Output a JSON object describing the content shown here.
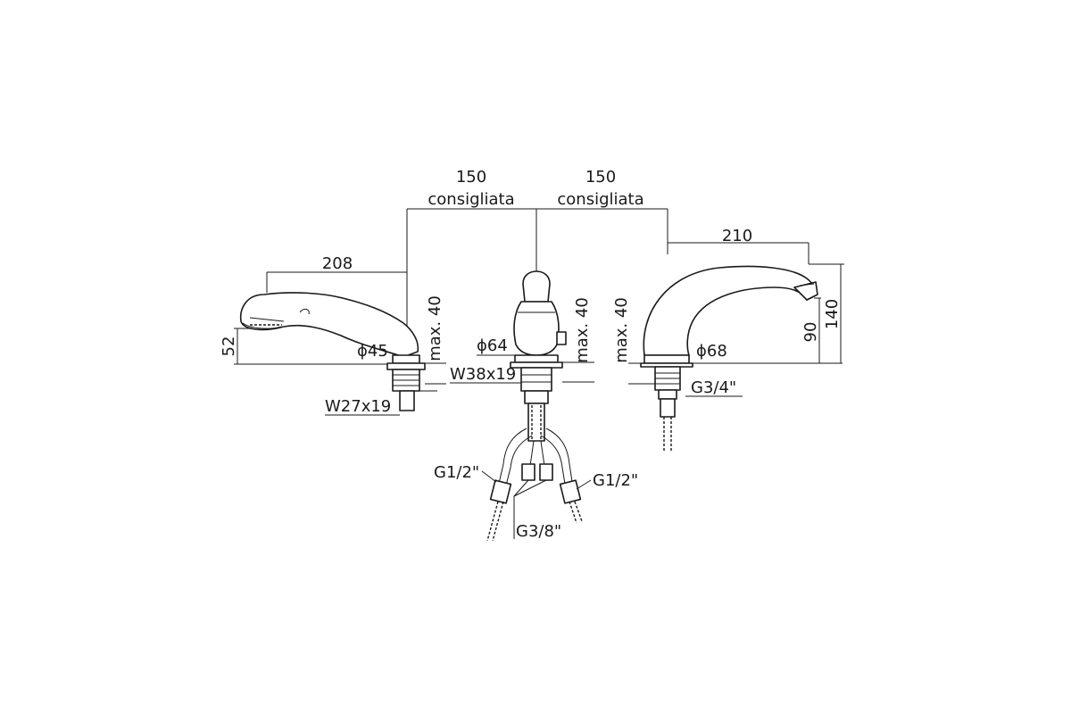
{
  "dimensions": {
    "spacing_left_value": "150",
    "spacing_left_note": "consigliata",
    "spacing_right_value": "150",
    "spacing_right_note": "consigliata",
    "hand_shower_length": "208",
    "hand_shower_height": "52",
    "hand_shower_diameter": "ϕ45",
    "hand_shower_deck_max": "max. 40",
    "hand_shower_shank": "W27x19",
    "mixer_diameter": "ϕ64",
    "mixer_deck_max": "max. 40",
    "mixer_shank": "W38x19",
    "spout_deck_max": "max. 40",
    "spout_diameter": "ϕ68",
    "spout_reach": "210",
    "spout_outlet_height": "90",
    "spout_total_height": "140",
    "spout_connection": "G3/4\"",
    "hose_left_connection": "G1/2\"",
    "hose_right_connection": "G1/2\"",
    "hose_center_connection": "G3/8\""
  }
}
